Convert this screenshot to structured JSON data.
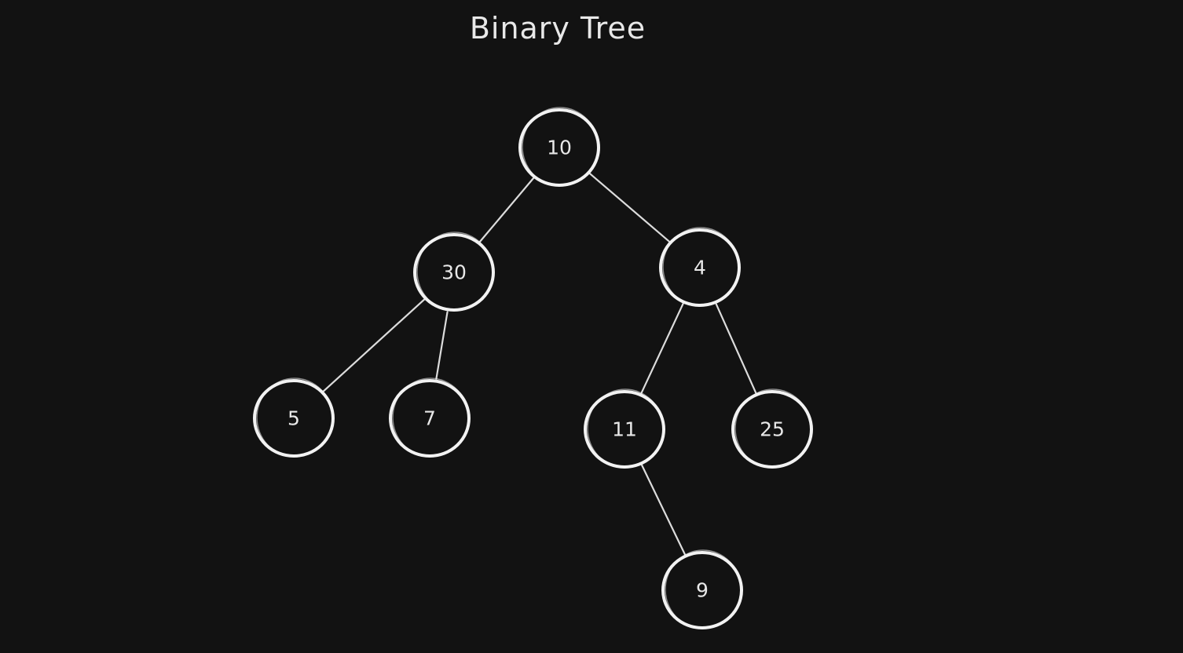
{
  "title": "Binary Tree",
  "colors": {
    "background": "#121212",
    "stroke": "#f2f2f2",
    "text": "#e8e8e8"
  },
  "tree": {
    "nodes": [
      {
        "id": "n10",
        "label": "10"
      },
      {
        "id": "n30",
        "label": "30"
      },
      {
        "id": "n4",
        "label": "4"
      },
      {
        "id": "n5",
        "label": "5"
      },
      {
        "id": "n7",
        "label": "7"
      },
      {
        "id": "n11",
        "label": "11"
      },
      {
        "id": "n25",
        "label": "25"
      },
      {
        "id": "n9",
        "label": "9"
      }
    ],
    "edges": [
      {
        "from": "n10",
        "to": "n30"
      },
      {
        "from": "n10",
        "to": "n4"
      },
      {
        "from": "n30",
        "to": "n5"
      },
      {
        "from": "n30",
        "to": "n7"
      },
      {
        "from": "n4",
        "to": "n11"
      },
      {
        "from": "n4",
        "to": "n25"
      },
      {
        "from": "n11",
        "to": "n9"
      }
    ]
  }
}
